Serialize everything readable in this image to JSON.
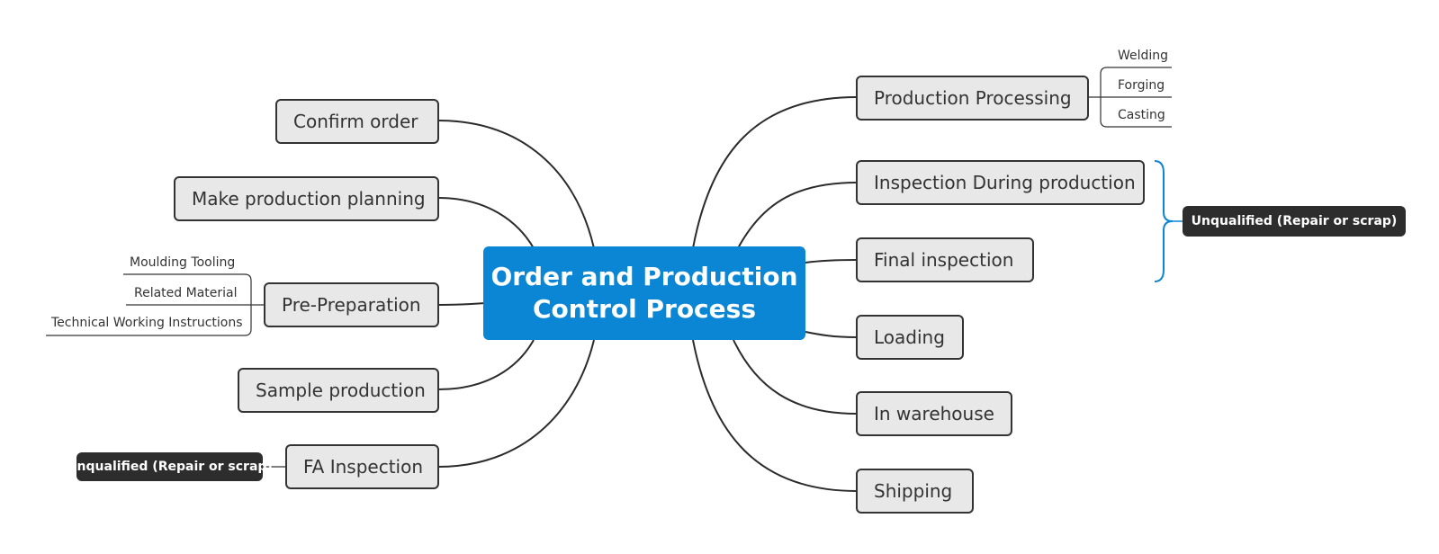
{
  "central": {
    "line1": "Order and Production",
    "line2": "Control Process"
  },
  "left_topics": {
    "confirm_order": "Confirm order",
    "make_planning": "Make production planning",
    "pre_preparation": "Pre-Preparation",
    "sample_production": "Sample production",
    "fa_inspection": "FA Inspection"
  },
  "pre_preparation_items": [
    "Moulding Tooling",
    "Related Material",
    "Technical Working Instructions"
  ],
  "fa_inspection_note": "Unqualified (Repair or scrap)",
  "right_topics": {
    "production_processing": "Production Processing",
    "inspection_during": "Inspection During production",
    "final_inspection": "Final inspection",
    "loading": "Loading",
    "in_warehouse": "In warehouse",
    "shipping": "Shipping"
  },
  "production_processing_items": [
    "Welding",
    "Forging",
    "Casting"
  ],
  "inspection_summary": "Unqualified (Repair or scrap)",
  "colors": {
    "central": "#0b86d4",
    "node_fill": "#e8e8e8",
    "line": "#333333",
    "summary_bracket": "#0b86d4",
    "badge": "#2d2d2d"
  }
}
